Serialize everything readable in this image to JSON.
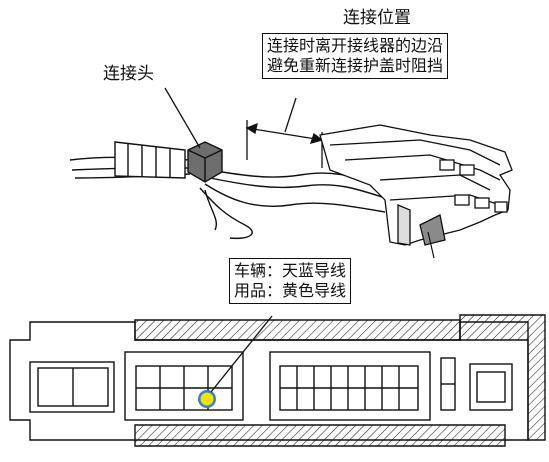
{
  "labels": {
    "connector_head": "连接头",
    "connect_position_title": "连接位置",
    "connect_position_note": [
      "连接时离开接线器的边沿",
      "避免重新连接护盖时阻挡"
    ],
    "wire_colors": [
      "车辆：天蓝导线",
      "用品：黄色导线"
    ]
  },
  "colors": {
    "line": "#111111",
    "hatch": "#222222",
    "highlight_dot": "#f2e300",
    "highlight_ring": "#3a7bd5"
  },
  "icons": [
    "connector-clip-icon",
    "wiring-harness-icon",
    "connector-housing-icon",
    "pin-highlight-icon"
  ]
}
